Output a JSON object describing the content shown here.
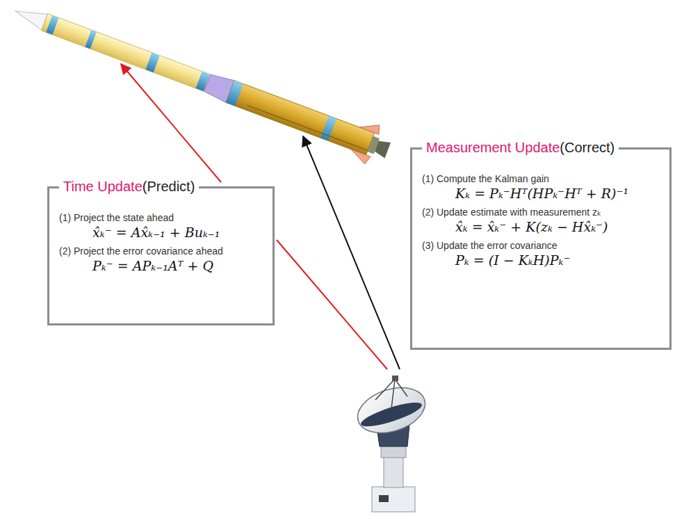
{
  "diagram": {
    "nodes": [
      {
        "text": [
          "Time Update",
          "(Predict)",
          "(1) Project the state ahead",
          "x̂ₖ⁻ = Ax̂ₖ₋₁ + Buₖ₋₁",
          "(2) Project the error covariance ahead",
          "Pₖ⁻ = APₖ₋₁Aᵀ + Q"
        ]
      },
      {
        "text": [
          "Measurement Update",
          "(Correct)",
          "(1) Compute the Kalman gain",
          "Kₖ = Pₖ⁻Hᵀ(HPₖ⁻Hᵀ + R)⁻¹",
          "(2) Update estimate with measurement zₖ",
          "x̂ₖ = x̂ₖ⁻ + K(zₖ − Hx̂ₖ⁻)",
          "(3) Update the error covariance",
          "Pₖ = (I − KₖH)Pₖ⁻"
        ]
      }
    ]
  }
}
